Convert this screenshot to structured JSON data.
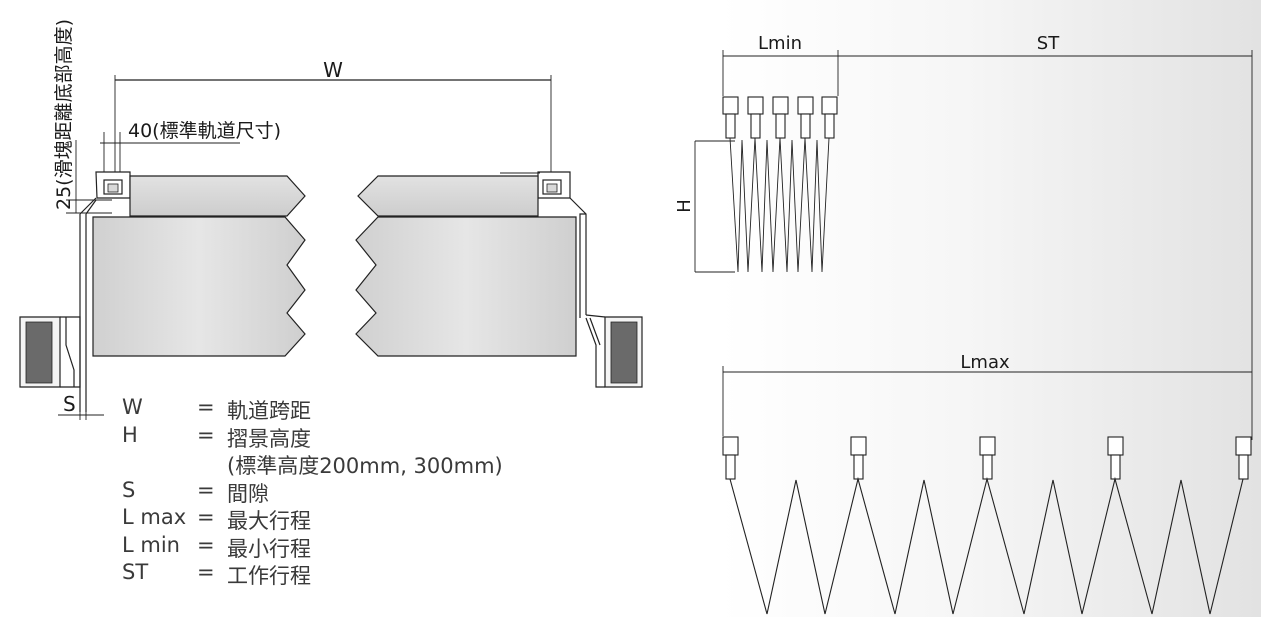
{
  "labels": {
    "W": "W",
    "track": "40(標準軌道尺寸)",
    "slider": "25(滑塊距離底部高度)",
    "S": "S",
    "Lmin": "Lmin",
    "ST": "ST",
    "H": "H",
    "Lmax": "Lmax"
  },
  "legend": [
    {
      "symbol": "W",
      "eq": "=",
      "desc": "軌道跨距"
    },
    {
      "symbol": "H",
      "eq": "=",
      "desc": "摺景高度"
    },
    {
      "note": "(標準高度200mm, 300mm)"
    },
    {
      "symbol": "S",
      "eq": "=",
      "desc": "間隙"
    },
    {
      "symbol": "L max",
      "eq": "=",
      "desc": "最大行程"
    },
    {
      "symbol": "L min",
      "eq": "=",
      "desc": "最小行程"
    },
    {
      "symbol": "ST",
      "eq": "=",
      "desc": "工作行程"
    }
  ]
}
